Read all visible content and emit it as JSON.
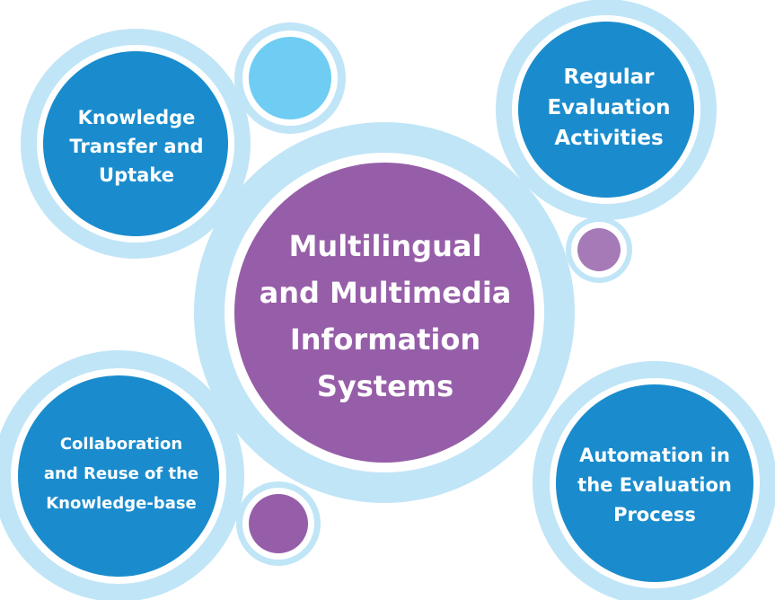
{
  "diagram": {
    "center_label": "Multilingual\nand Multimedia\nInformation\nSystems",
    "nodes": {
      "knowledge_transfer": "Knowledge\nTransfer and\nUptake",
      "regular_evaluation": "Regular\nEvaluation\nActivities",
      "collaboration": "Collaboration\nand Reuse of the\nKnowledge-base",
      "automation": "Automation in\nthe Evaluation\nProcess"
    },
    "colors": {
      "ring": "#c0e5f7",
      "white": "#ffffff",
      "blue": "#1a8ccd",
      "purple": "#965ea8",
      "light_blue": "#6fcdf4",
      "light_purple": "#a57ab7"
    }
  }
}
